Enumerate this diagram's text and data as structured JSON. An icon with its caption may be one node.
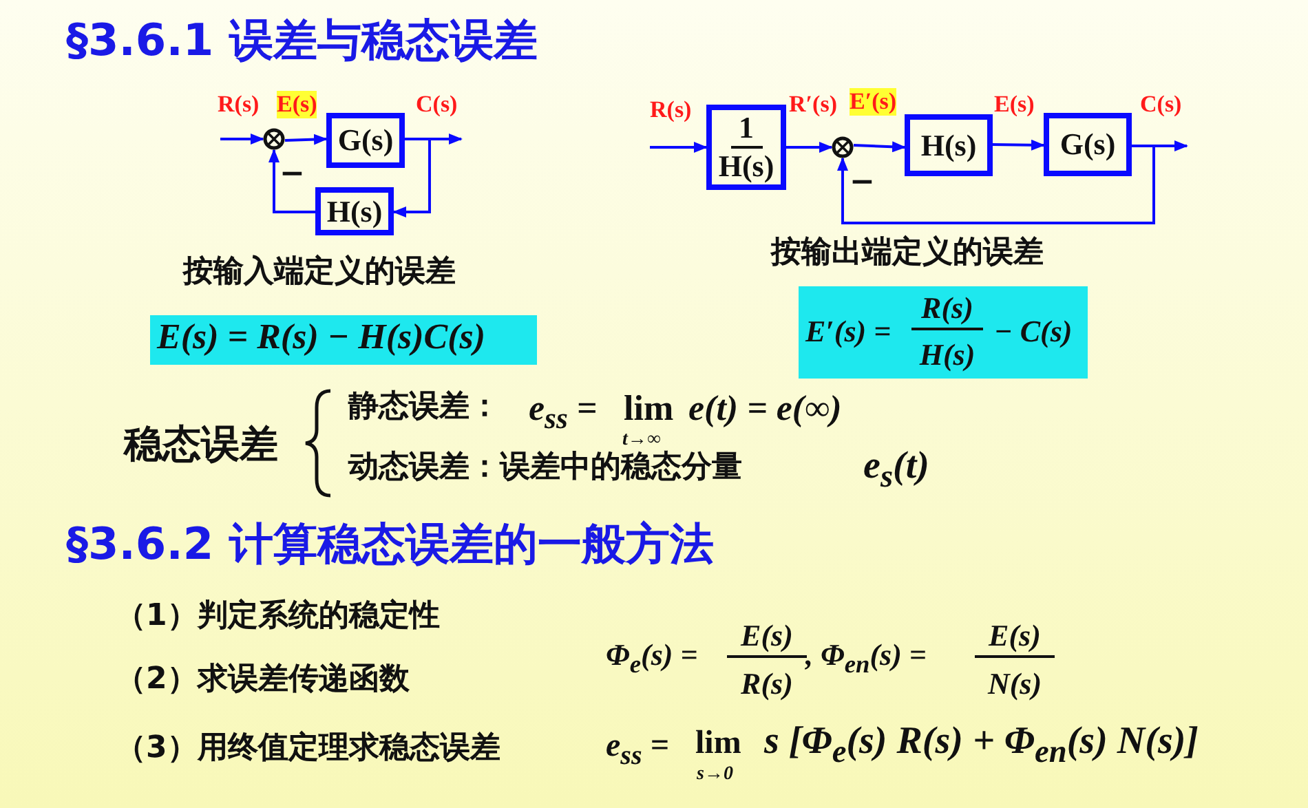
{
  "diagram": {
    "nodes": [
      {
        "text": [],
        "shape": "circle",
        "beside": [
          "−"
        ]
      },
      {
        "text": [
          "G(s)"
        ]
      },
      {
        "text": [
          "H(s)"
        ]
      },
      {
        "text": [
          "1",
          "H(s)"
        ]
      },
      {
        "text": [],
        "shape": "circle",
        "beside": [
          "−"
        ]
      },
      {
        "text": [
          "H(s)"
        ]
      },
      {
        "text": [
          "G(s)"
        ]
      }
    ],
    "edges": [
      {
        "from": null,
        "to": 0,
        "arrow": "to",
        "label": "R(s)"
      },
      {
        "from": 0,
        "to": 1,
        "arrow": "to",
        "label": "E(s)"
      },
      {
        "from": 1,
        "to": null,
        "arrow": "to",
        "label": "C(s)"
      },
      {
        "from": 1,
        "to": 2,
        "arrow": "to"
      },
      {
        "from": 2,
        "to": 0,
        "arrow": "to"
      },
      {
        "from": null,
        "to": 3,
        "arrow": "to",
        "label": "R(s)"
      },
      {
        "from": 3,
        "to": 4,
        "arrow": "to",
        "label": "R′(s)"
      },
      {
        "from": 4,
        "to": 5,
        "arrow": "to",
        "label": "E′(s)"
      },
      {
        "from": 5,
        "to": 6,
        "arrow": "to",
        "label": "E(s)"
      },
      {
        "from": 6,
        "to": null,
        "arrow": "to",
        "label": "C(s)"
      },
      {
        "from": 6,
        "to": 4,
        "arrow": "to"
      }
    ],
    "labels": [
      "§3.6.1  误差与稳态误差",
      "按输入端定义的误差",
      "E(s) = R(s) − H(s)C(s)",
      "按输出端定义的误差",
      "E′(s) =",
      "R(s)",
      "H(s)",
      "− C(s)",
      "稳态误差",
      "静态误差：",
      "e$_{ss}$ =",
      "lim",
      "t→∞",
      "e(t) = e(∞)",
      "动态误差：误差中的稳态分量",
      "e$_{s}$(t)",
      "§3.6.2  计算稳态误差的一般方法",
      "（1）判定系统的稳定性",
      "（2）求误差传递函数",
      "（3）用终值定理求稳态误差",
      "Φ$_{e}$(s) =",
      "E(s)",
      "R(s)",
      ", Φ$_{en}$(s) =",
      "E(s)",
      "N(s)",
      "e$_{ss}$ =",
      "lim",
      "s→0",
      "s [Φ$_{e}$(s) R(s) + Φ$_{en}$(s) N(s)]"
    ]
  }
}
